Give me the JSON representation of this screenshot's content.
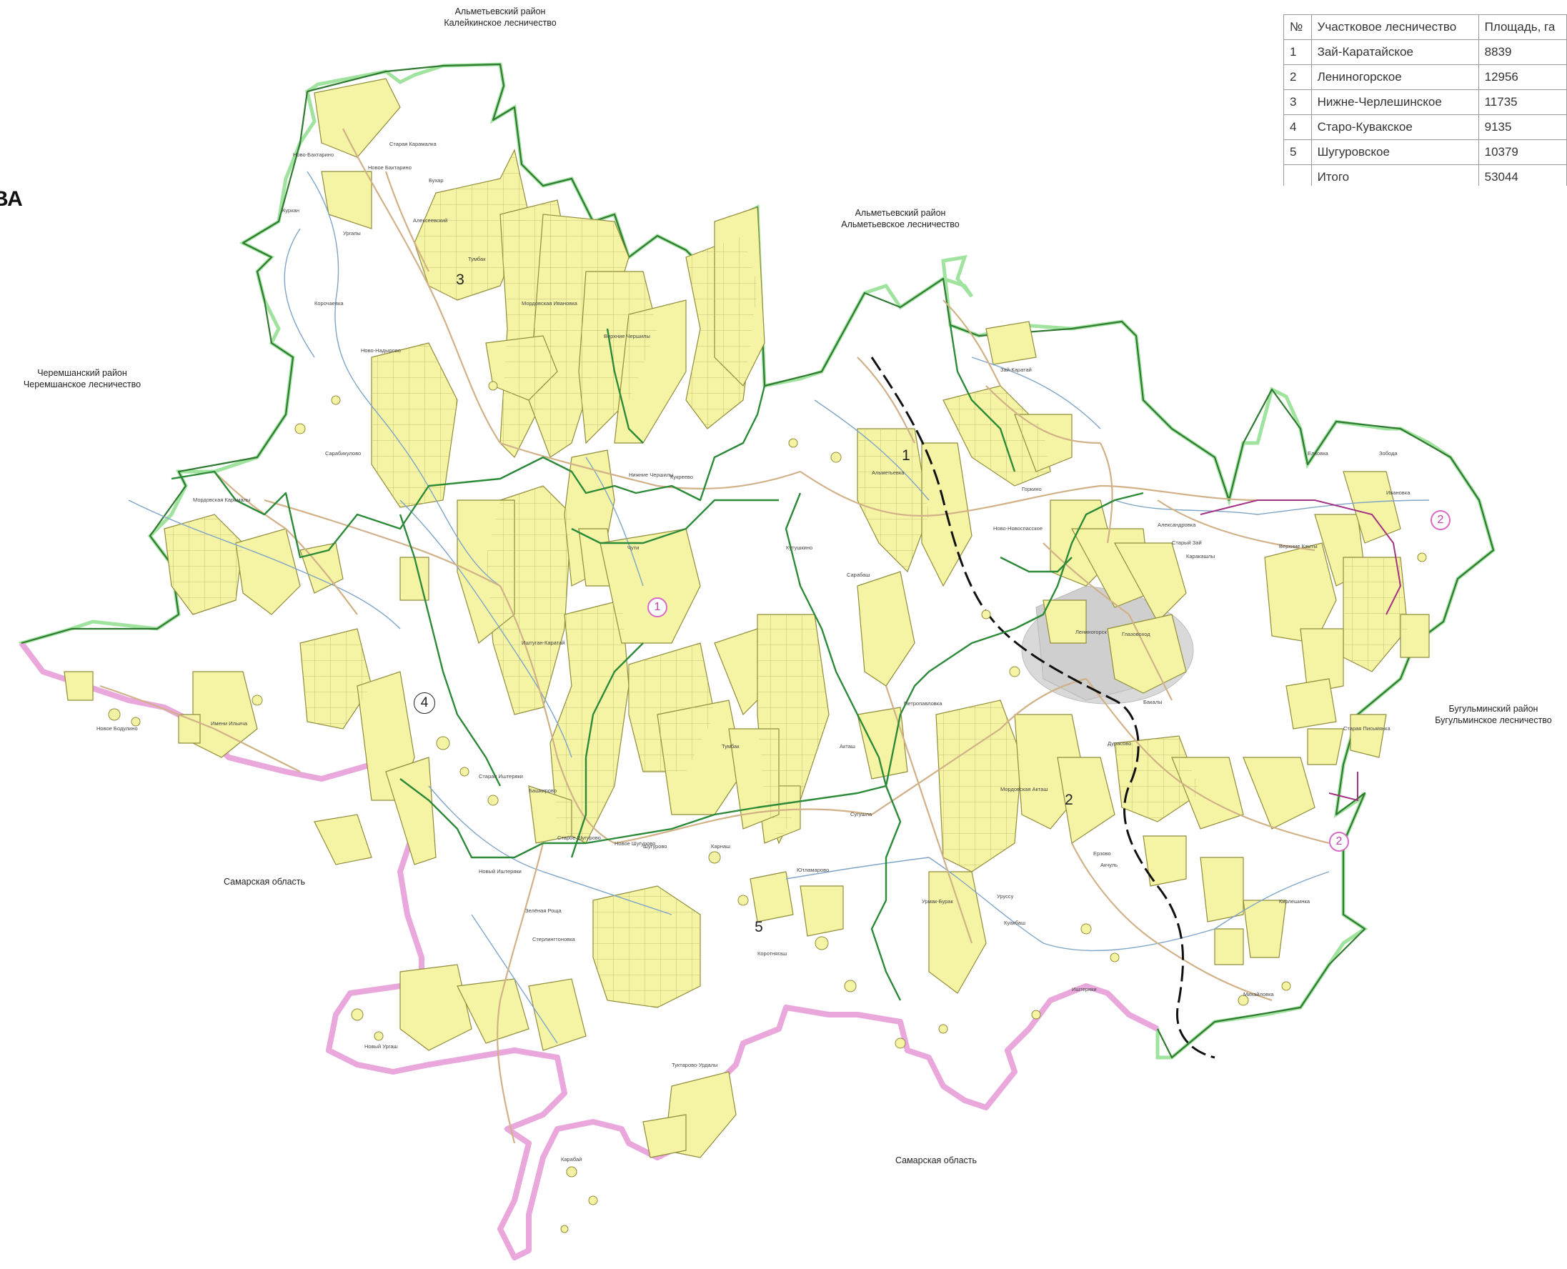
{
  "fragment_label": "ВА",
  "neighbors": [
    {
      "id": "north",
      "line1": "Альметьевский район",
      "line2": "Калейкинское лесничество"
    },
    {
      "id": "northeast",
      "line1": "Альметьевский район",
      "line2": "Альметьевское лесничество"
    },
    {
      "id": "west",
      "line1": "Черемшанский район",
      "line2": "Черемшанское лесничество"
    },
    {
      "id": "east",
      "line1": "Бугульминский район",
      "line2": "Бугульминское лесничество"
    },
    {
      "id": "southwest",
      "line1": "Самарская область",
      "line2": ""
    },
    {
      "id": "south",
      "line1": "Самарская область",
      "line2": ""
    }
  ],
  "district_numbers": [
    {
      "id": "n1",
      "text": "1"
    },
    {
      "id": "n2",
      "text": "2"
    },
    {
      "id": "n3",
      "text": "3"
    },
    {
      "id": "n4",
      "text": "4"
    },
    {
      "id": "n5",
      "text": "5"
    }
  ],
  "pink_markers": [
    {
      "id": "p1",
      "text": "1"
    },
    {
      "id": "p2a",
      "text": "2"
    },
    {
      "id": "p2b",
      "text": "2"
    }
  ],
  "villages": [
    "Старая Карамалка",
    "Новое Бахтарино",
    "Бухар",
    "Ново-Бахтарино",
    "Куркан",
    "Ургапы",
    "Алексеевский",
    "Тумбак",
    "Корочаевка",
    "Мордовская Ивановка",
    "Верхние Чершилы",
    "Ново-Надырово",
    "Сарабикулово",
    "Мордовская Карамалы",
    "Нижние Чершилы",
    "Кукреево",
    "Чути",
    "Кутушкино",
    "Сарабаш",
    "Иштуган-Каратай",
    "Имени Ильича",
    "Новое Бодулино",
    "Старая Иштеряки",
    "Башкирово",
    "Старое Шугурово",
    "Новое Шугурово",
    "Шугурово",
    "Карнаш",
    "Новый Иштеряки",
    "Зелёная Роща",
    "Стерлингтоновка",
    "Коротнягаш",
    "Новый Ургаш",
    "Туктарово-Урдалы",
    "Карабай",
    "Акташ",
    "Ютламарово",
    "Тумбак",
    "Зай-Каратай",
    "Альметьевка",
    "Ново-Новоспасское",
    "Горкино",
    "Александровка",
    "Лениногорск",
    "Глазовоход",
    "Петропавловка",
    "Урмак-Бурак",
    "Сугушла",
    "Уруссу",
    "Куакбаш",
    "Михайловка",
    "Кирлешинка",
    "Старая Письмянка",
    "Елховка",
    "Зобода",
    "Ивановка",
    "Старый Зай",
    "Каракашлы",
    "Верхние Кзыты",
    "Дурасово",
    "Бакалы",
    "Мордовская Акташ",
    "Ерзово",
    "Акчуль",
    "Иштеряки"
  ],
  "legend_table": {
    "headers": [
      "№",
      "Участковое лесничество",
      "Площадь, га"
    ],
    "rows": [
      [
        "1",
        "Зай-Каратайское",
        "8839"
      ],
      [
        "2",
        "Лениногорское",
        "12956"
      ],
      [
        "3",
        "Нижне-Черлешинское",
        "11735"
      ],
      [
        "4",
        "Старо-Кувакское",
        "9135"
      ],
      [
        "5",
        "Шугуровское",
        "10379"
      ],
      [
        "",
        "Итого",
        "53044"
      ]
    ]
  },
  "colors": {
    "forest_fill": "#f5f3a4",
    "forest_stroke": "#9a9a4a",
    "inner_boundary": "#2f8a3a",
    "outer_boundary_green": "#8fd88f",
    "outer_boundary_pink": "#e6a0d8",
    "road": "#d2b48c",
    "river": "#7fa5c8",
    "railway": "#111111",
    "magenta_line": "#a0307a",
    "city": "#d8d8d8"
  }
}
